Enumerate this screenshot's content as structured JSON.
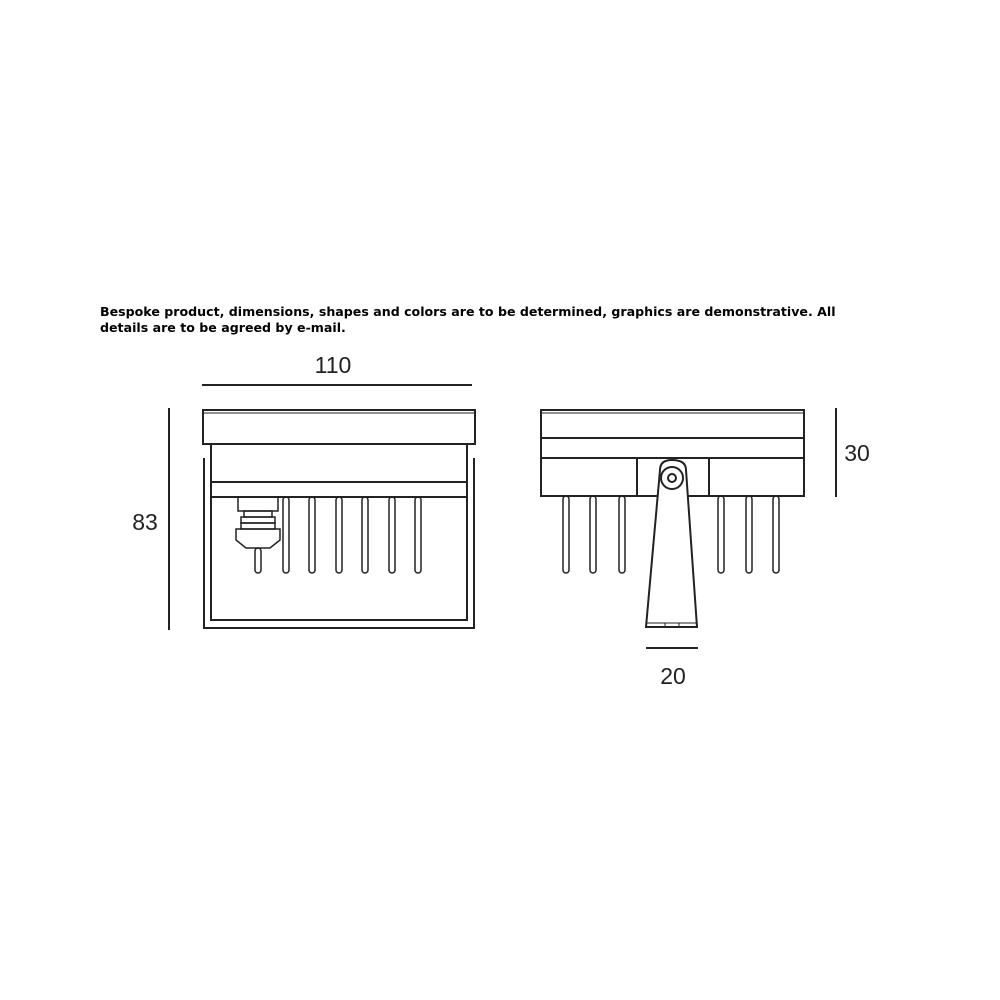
{
  "note": "Bespoke product, dimensions, shapes and colors are to be determined, graphics are demonstrative. All details are to be agreed by e-mail.",
  "dimensions": {
    "width": "110",
    "height": "83",
    "top_height": "30",
    "bracket_width": "20"
  },
  "colors": {
    "line": "#222222"
  }
}
